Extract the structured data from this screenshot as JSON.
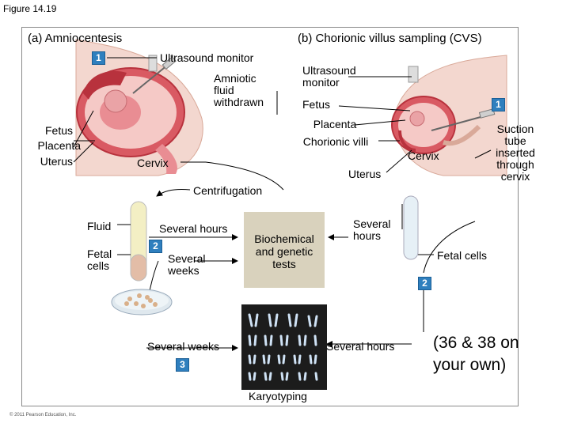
{
  "figure_title": "Figure 14.19",
  "panel_a_title": "(a) Amniocentesis",
  "panel_b_title": "(b) Chorionic villus sampling (CVS)",
  "steps": {
    "a1": "1",
    "b1": "1",
    "a2": "2",
    "b2": "2",
    "a3": "3"
  },
  "labels": {
    "ultrasound_a": "Ultrasound monitor",
    "amniotic": "Amniotic fluid withdrawn",
    "fetus_a": "Fetus",
    "placenta_a": "Placenta",
    "uterus_a": "Uterus",
    "cervix_a": "Cervix",
    "ultrasound_b": "Ultrasound monitor",
    "fetus_b": "Fetus",
    "placenta_b": "Placenta",
    "chorionic": "Chorionic villi",
    "cervix_b": "Cervix",
    "uterus_b": "Uterus",
    "suction": "Suction tube inserted through cervix",
    "centrifugation": "Centrifugation",
    "fluid": "Fluid",
    "fetal_cells_a": "Fetal cells",
    "several_hours_a": "Several hours",
    "several_weeks_a": "Several weeks",
    "biochemical": "Biochemical and genetic tests",
    "several_hours_b": "Several hours",
    "fetal_cells_b": "Fetal cells",
    "several_weeks_c": "Several weeks",
    "several_hours_c": "Several hours",
    "karyotyping": "Karyotyping"
  },
  "note": "(36 & 38 on your own)",
  "copyright": "© 2011 Pearson Education, Inc.",
  "colors": {
    "step_blue": "#2f7fbe",
    "test_box": "#d9d2bd",
    "tissue_pink": "#e98d93",
    "uterus_red": "#c8444c",
    "karyotype_bg": "#1c1c1c"
  }
}
